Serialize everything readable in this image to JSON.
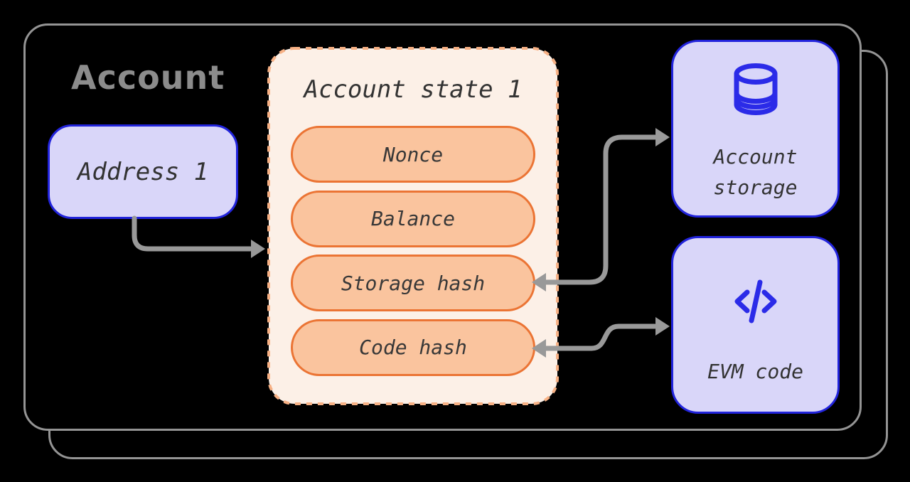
{
  "diagram": {
    "title": "Account",
    "address_box": {
      "label": "Address 1"
    },
    "account_state": {
      "title": "Account state 1",
      "fields": [
        "Nonce",
        "Balance",
        "Storage hash",
        "Code hash"
      ]
    },
    "account_storage": {
      "label_line1": "Account",
      "label_line2": "storage",
      "icon": "database-icon"
    },
    "evm_code": {
      "label": "EVM code",
      "icon": "code-brackets-icon"
    },
    "colors": {
      "background": "#000000",
      "frame_border": "#949494",
      "heading_gray": "#8C8C8C",
      "arrow_gray": "#999999",
      "lavender_fill": "#D9D6F9",
      "blue_border": "#2224DC",
      "icon_blue": "#2B2BE8",
      "state_fill": "#FCF0E7",
      "state_dash_border": "#F7B185",
      "pill_fill": "#FAC49E",
      "pill_border": "#EB7434",
      "label_text": "#333333"
    }
  }
}
